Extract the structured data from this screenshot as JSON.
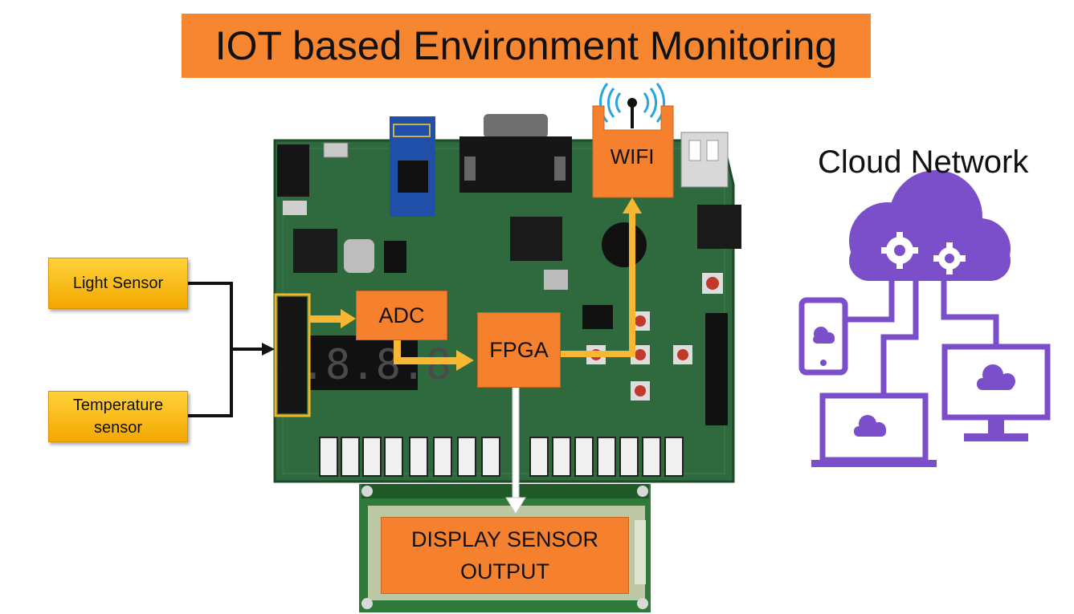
{
  "title": "IOT based Environment Monitoring",
  "cloud_network_label": "Cloud Network",
  "sensors": {
    "light": "Light Sensor",
    "temperature_line1": "Temperature",
    "temperature_line2": "sensor"
  },
  "blocks": {
    "adc": "ADC",
    "fpga": "FPGA",
    "wifi": "WIFI",
    "display_line1": "DISPLAY SENSOR",
    "display_line2": "OUTPUT"
  },
  "colors": {
    "title_bg": "#f68730",
    "block_bg": "#f5812e",
    "sensor_bg": "#f7b500",
    "arrow": "#f7b733",
    "cloud": "#7b4fc9",
    "board": "#2f6a3e"
  }
}
